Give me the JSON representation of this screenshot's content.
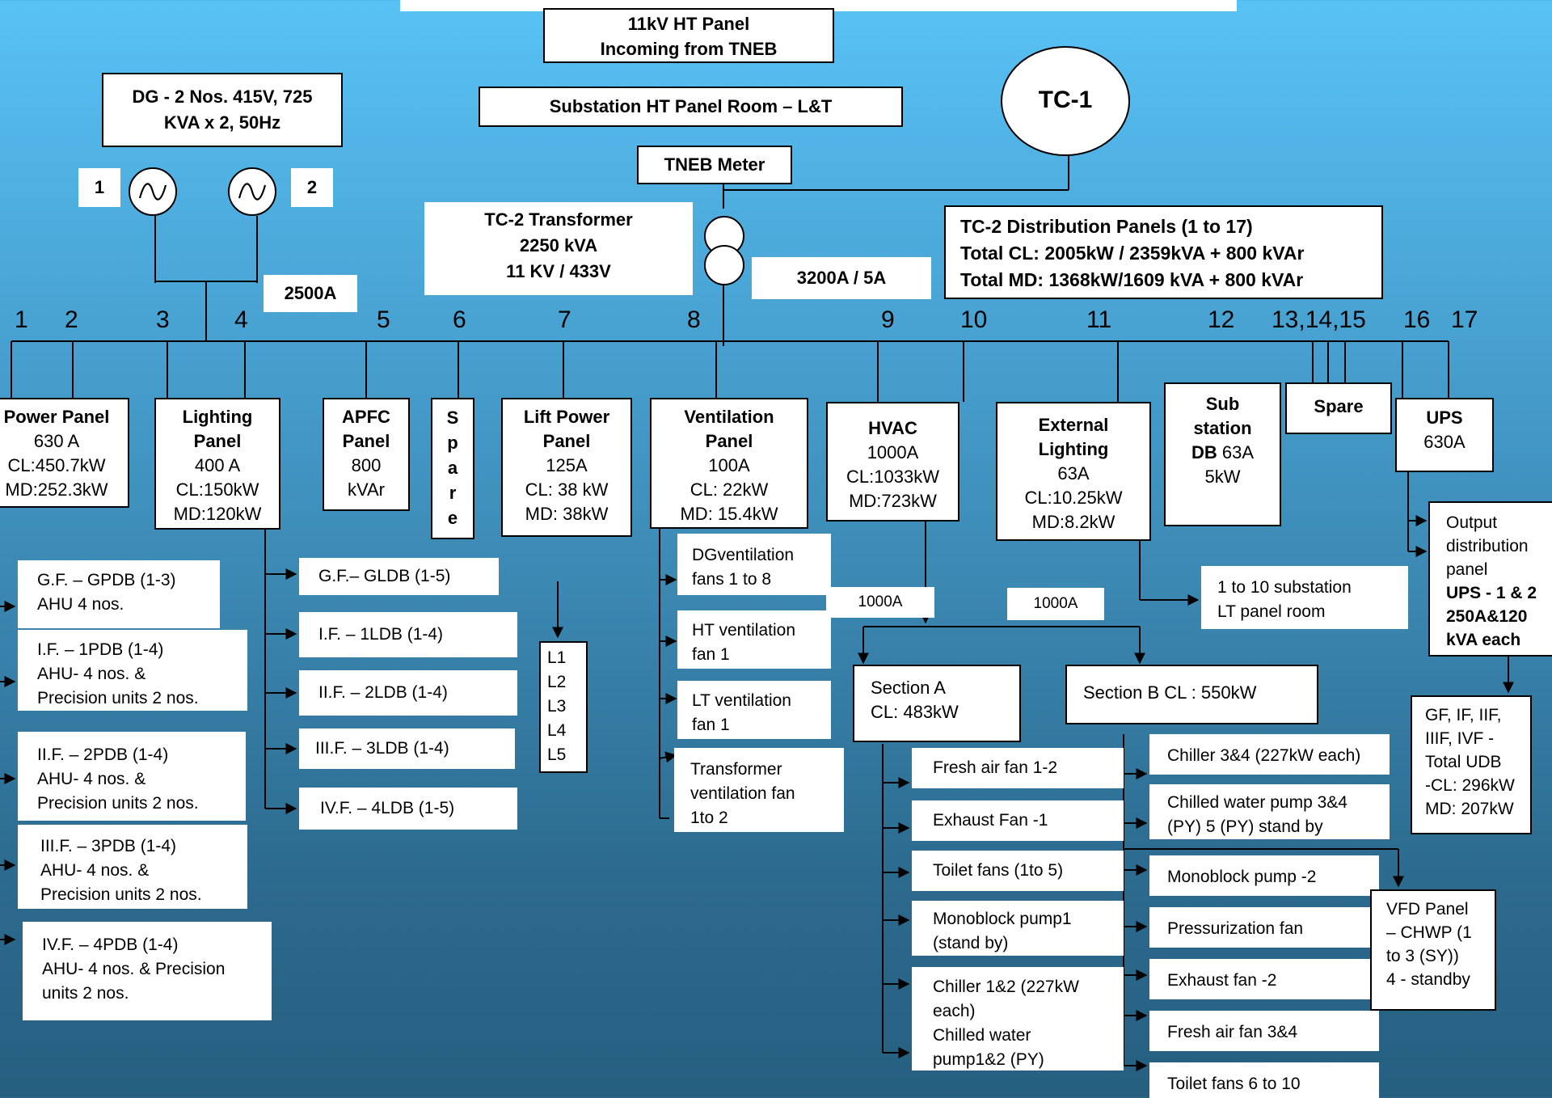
{
  "source": {
    "ht_panel": "11kV HT Panel\nIncoming from TNEB",
    "substation": "Substation HT Panel Room – L&T",
    "meter": "TNEB Meter",
    "tc1": "TC-1"
  },
  "dg": {
    "title": "DG - 2 Nos. 415V, 725\nKVA x 2, 50Hz",
    "gen1_label": "1",
    "gen2_label": "2",
    "breaker": "2500A",
    "gen_icon": "ac-generator-icon"
  },
  "transformer": {
    "title": "TC-2 Transformer\n2250 kVA\n11 KV / 433V",
    "ct": "3200A / 5A",
    "icon": "transformer-icon"
  },
  "summary": {
    "line1": "TC-2 Distribution Panels (1 to 17)",
    "line2": "Total CL: 2005kW / 2359kVA + 800 kVAr",
    "line3": "Total MD: 1368kW/1609 kVA + 800 kVAr"
  },
  "bus_numbers": [
    "1",
    "2",
    "3",
    "4",
    "5",
    "6",
    "7",
    "8",
    "9",
    "10",
    "11",
    "12",
    "13,14,15",
    "16",
    "17"
  ],
  "panels": {
    "power": {
      "lines": [
        "Power Panel",
        "630 A",
        "CL:450.7kW",
        "MD:252.3kW"
      ]
    },
    "lighting": {
      "lines": [
        "Lighting",
        "Panel",
        "400 A",
        "CL:150kW",
        "MD:120kW"
      ]
    },
    "apfc": {
      "lines": [
        "APFC",
        "Panel",
        "800",
        "kVAr"
      ]
    },
    "spare6": {
      "lines": [
        "S",
        "p",
        "a",
        "r",
        "e"
      ]
    },
    "lift": {
      "lines": [
        "Lift Power",
        "Panel",
        "125A",
        "CL: 38 kW",
        "MD: 38kW"
      ]
    },
    "ventilation": {
      "lines": [
        "Ventilation",
        "Panel",
        "100A",
        "CL: 22kW",
        "MD: 15.4kW"
      ]
    },
    "hvac": {
      "lines": [
        "HVAC",
        "1000A",
        "CL:1033kW",
        "MD:723kW"
      ]
    },
    "external": {
      "lines": [
        "External",
        "Lighting",
        "63A",
        "CL:10.25kW",
        "MD:8.2kW"
      ]
    },
    "substation_db": {
      "lines": [
        "Sub",
        "station",
        "DB",
        "63A",
        "5kW"
      ]
    },
    "spare13": {
      "lines": [
        "Spare"
      ]
    },
    "ups": {
      "lines": [
        "UPS",
        "630A"
      ]
    }
  },
  "power_feeders": [
    "G.F. – GPDB (1-3)\nAHU 4 nos.",
    "I.F. – 1PDB (1-4)\nAHU- 4 nos. &\nPrecision units 2 nos.",
    "II.F. – 2PDB (1-4)\nAHU- 4 nos. &\nPrecision units 2 nos.",
    "III.F. – 3PDB (1-4)\nAHU- 4 nos. &\nPrecision units 2 nos.",
    "IV.F. – 4PDB (1-4)\nAHU- 4 nos. & Precision\nunits 2 nos."
  ],
  "lighting_feeders": [
    "G.F.– GLDB (1-5)",
    "I.F. – 1LDB (1-4)",
    "II.F. – 2LDB (1-4)",
    "III.F. – 3LDB (1-4)",
    "IV.F. – 4LDB (1-5)"
  ],
  "lifts": [
    "L1",
    "L2",
    "L3",
    "L4",
    "L5"
  ],
  "ventilation_feeders": [
    "DGventilation\nfans 1 to 8",
    "HT ventilation\nfan 1",
    "LT ventilation\nfan 1",
    "Transformer\nventilation fan\n1to 2"
  ],
  "hvac_breakers": [
    "1000A",
    "1000A"
  ],
  "sections": {
    "a": "Section A\nCL: 483kW",
    "b": "Section B CL : 550kW"
  },
  "section_a_loads": [
    "Fresh air fan 1-2",
    "Exhaust Fan -1",
    "Toilet fans (1to 5)",
    "Monoblock pump1\n(stand by)",
    "Chiller 1&2 (227kW\neach)\nChilled water\npump1&2 (PY)"
  ],
  "section_b_loads": [
    "Chiller 3&4 (227kW each)",
    "Chilled water pump 3&4\n(PY) 5 (PY) stand by",
    "Monoblock pump -2",
    "Pressurization fan",
    "Exhaust fan -2",
    "Fresh air fan 3&4",
    "Toilet fans 6 to 10"
  ],
  "vfd": "VFD Panel\n– CHWP (1\nto 3 (SY))\n4 - standby",
  "external_out": "1 to 10 substation\nLT panel room",
  "ups_output": {
    "line1": "Output\ndistribution\npanel",
    "line2": "UPS - 1 & 2\n250A&120\nkVA each"
  },
  "udb": "GF, IF, IIF,\nIIIF, IVF  -\nTotal UDB\n-CL: 296kW\nMD: 207kW",
  "colors": {
    "bg_top": "#59c2f5",
    "bg_bottom": "#265f80",
    "box": "#ffffff",
    "line": "#000000"
  }
}
